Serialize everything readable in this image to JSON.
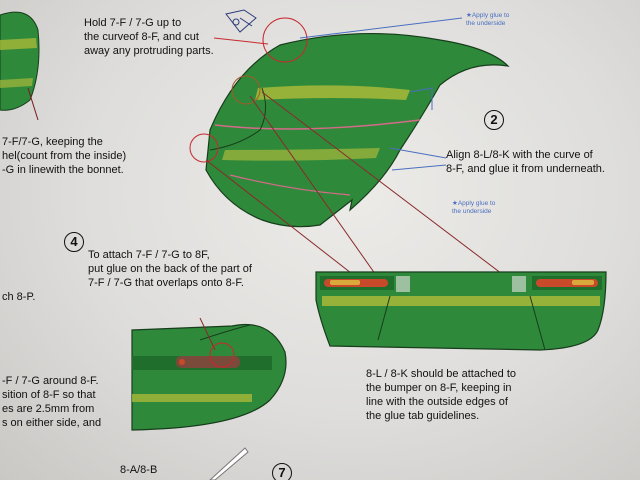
{
  "steps": {
    "step2": "2",
    "step4": "4",
    "step7": "7"
  },
  "notes": {
    "hold": "Hold 7-F / 7-G up to\nthe curveof 8-F, and cut\naway any protruding parts.",
    "keeping": "7-F/7-G, keeping the\nhel(count from the inside)\n-G in linewith the bonnet.",
    "align": "Align 8-L/8-K with the curve of\n8-F, and glue it from underneath.",
    "attach": "To attach 7-F / 7-G to 8F,\nput glue on the back of the part of\n7-F / 7-G that overlaps onto 8-F.",
    "ch8p": "ch 8-P.",
    "around": "-F / 7-G around 8-F.\nsition of 8-F so that\nes are 2.5mm from\ns on either side, and",
    "bumper": "8-L / 8-K should be attached to\nthe bumper on 8-F, keeping in\nline with the outside edges of\nthe glue tab guidelines.",
    "label_8a8b": "8-A/8-B",
    "glue_top": "★Apply glue to\nthe underside",
    "glue_mid": "★Apply glue to\nthe underside"
  },
  "colors": {
    "green": "#2e8a3a",
    "stripe": "#a8b83a",
    "red_line": "#c8282c",
    "blue_note": "#4a6fc0"
  }
}
